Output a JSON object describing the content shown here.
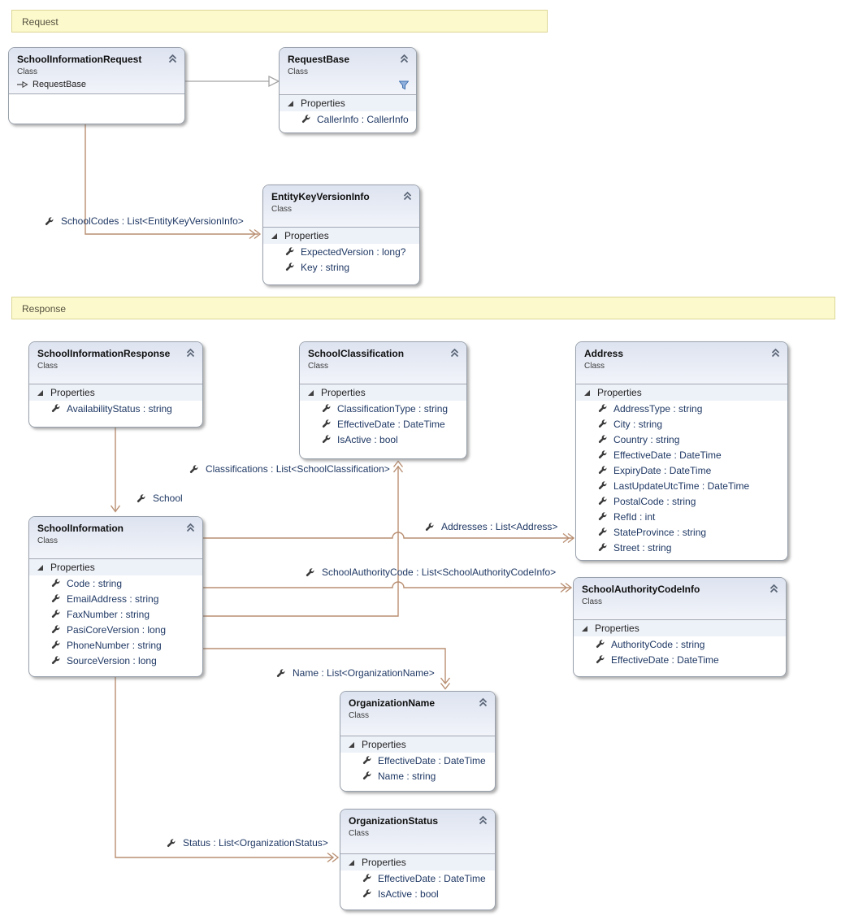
{
  "diagram": {
    "groups": [
      {
        "label": "Request"
      },
      {
        "label": "Response"
      }
    ],
    "section_label": "Properties",
    "classes": [
      {
        "name": "SchoolInformationRequest",
        "stereotype": "Class",
        "inherits": "RequestBase",
        "properties": []
      },
      {
        "name": "RequestBase",
        "stereotype": "Class",
        "has_filter": true,
        "properties": [
          "CallerInfo : CallerInfo"
        ]
      },
      {
        "name": "EntityKeyVersionInfo",
        "stereotype": "Class",
        "properties": [
          "ExpectedVersion : long?",
          "Key : string"
        ]
      },
      {
        "name": "SchoolInformationResponse",
        "stereotype": "Class",
        "properties": [
          "AvailabilityStatus : string"
        ]
      },
      {
        "name": "SchoolClassification",
        "stereotype": "Class",
        "properties": [
          "ClassificationType : string",
          "EffectiveDate : DateTime",
          "IsActive : bool"
        ]
      },
      {
        "name": "Address",
        "stereotype": "Class",
        "properties": [
          "AddressType : string",
          "City : string",
          "Country : string",
          "EffectiveDate : DateTime",
          "ExpiryDate : DateTime",
          "LastUpdateUtcTime : DateTime",
          "PostalCode : string",
          "RefId : int",
          "StateProvince : string",
          "Street : string"
        ]
      },
      {
        "name": "SchoolInformation",
        "stereotype": "Class",
        "properties": [
          "Code : string",
          "EmailAddress : string",
          "FaxNumber : string",
          "PasiCoreVersion : long",
          "PhoneNumber : string",
          "SourceVersion : long"
        ]
      },
      {
        "name": "SchoolAuthorityCodeInfo",
        "stereotype": "Class",
        "properties": [
          "AuthorityCode : string",
          "EffectiveDate : DateTime"
        ]
      },
      {
        "name": "OrganizationName",
        "stereotype": "Class",
        "properties": [
          "EffectiveDate : DateTime",
          "Name : string"
        ]
      },
      {
        "name": "OrganizationStatus",
        "stereotype": "Class",
        "properties": [
          "EffectiveDate : DateTime",
          "IsActive : bool"
        ]
      }
    ],
    "connectors": [
      {
        "type": "inheritance",
        "from": "SchoolInformationRequest",
        "to": "RequestBase",
        "label": ""
      },
      {
        "type": "association",
        "from": "SchoolInformationRequest",
        "to": "EntityKeyVersionInfo",
        "label": "SchoolCodes : List<EntityKeyVersionInfo>"
      },
      {
        "type": "association",
        "from": "SchoolInformationResponse",
        "to": "SchoolInformation",
        "label": "School"
      },
      {
        "type": "association",
        "from": "SchoolInformation",
        "to": "SchoolClassification",
        "label": "Classifications : List<SchoolClassification>"
      },
      {
        "type": "association",
        "from": "SchoolInformation",
        "to": "Address",
        "label": "Addresses : List<Address>"
      },
      {
        "type": "association",
        "from": "SchoolInformation",
        "to": "SchoolAuthorityCodeInfo",
        "label": "SchoolAuthorityCode : List<SchoolAuthorityCodeInfo>"
      },
      {
        "type": "association",
        "from": "SchoolInformation",
        "to": "OrganizationName",
        "label": "Name : List<OrganizationName>"
      },
      {
        "type": "association",
        "from": "SchoolInformation",
        "to": "OrganizationStatus",
        "label": "Status : List<OrganizationStatus>"
      }
    ],
    "colors": {
      "association_line": "#b98f72",
      "inheritance_line": "#a5a5a5",
      "group_fill": "#fcf9cc",
      "group_border": "#ddd796",
      "header_gradient_top": "#dde3f0",
      "section_band": "#edf1f8",
      "member_text": "#1f3864",
      "filter_icon_blue": "#6f9ad1"
    }
  }
}
